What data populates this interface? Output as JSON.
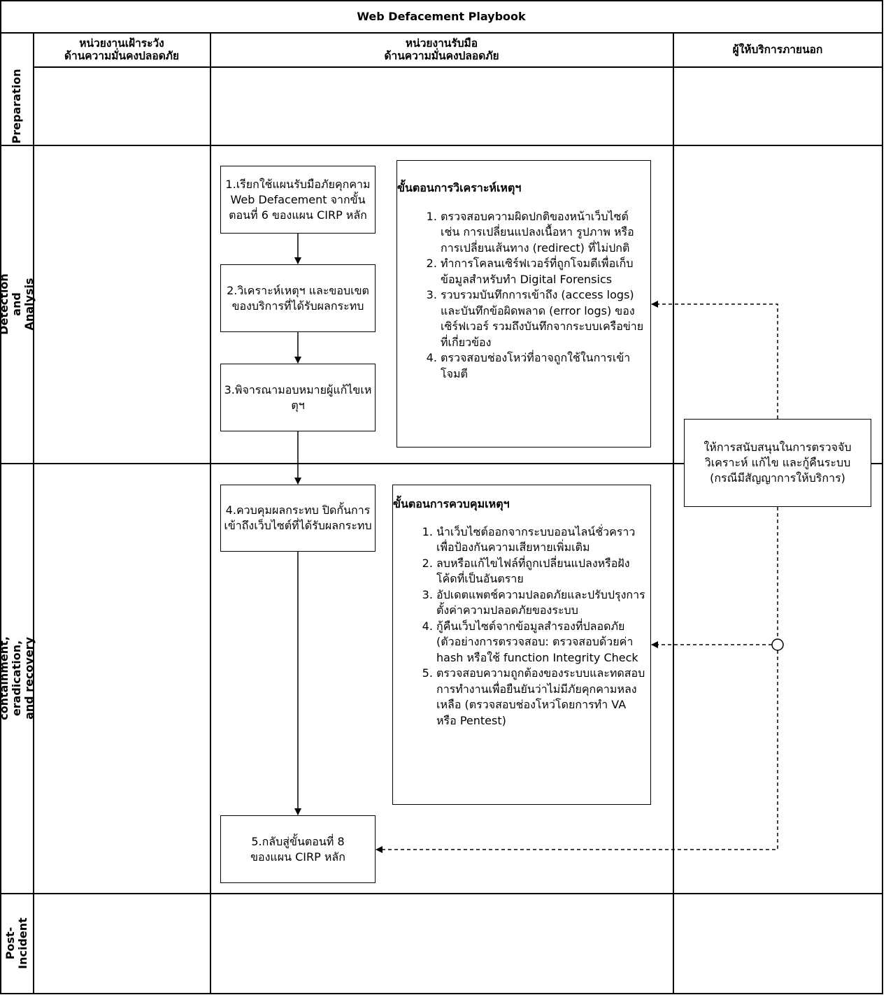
{
  "title": "Web Defacement Playbook",
  "columns": [
    "หน่วยงานเฝ้าระวัง\nด้านความมั่นคงปลอดภัย",
    "หน่วยงานรับมือ\nด้านความมั่นคงปลอดภัย",
    "ผู้ให้บริการภายนอก"
  ],
  "rows": {
    "preparation": "Preparation",
    "detection": "Detection and Analysis",
    "containment": "containment,\neradication, and recovery",
    "post": "Post-Incident"
  },
  "steps": [
    "1.เรียกใช้แผนรับมือภัยคุกคาม Web Defacement จากขั้นตอนที่ 6 ของแผน CIRP หลัก",
    "2.วิเคราะห์เหตุฯ และขอบเขตของบริการที่ได้รับผลกระทบ",
    "3.พิจารณามอบหมายผู้แก้ไขเหตุฯ",
    "4.ควบคุมผลกระทบ ปิดกั้นการเข้าถึงเว็บไซต์ที่ได้รับผลกระทบ",
    "5.กลับสู่ขั้นตอนที่ 8\nของแผน CIRP หลัก"
  ],
  "analysis": {
    "heading": "ขั้นตอนการวิเคราะห์เหตุฯ",
    "items": [
      "ตรวจสอบความผิดปกติของหน้าเว็บไซต์ เช่น การเปลี่ยนแปลงเนื้อหา รูปภาพ หรือการเปลี่ยนเส้นทาง (redirect) ที่ไม่ปกติ",
      "ทำการโคลนเซิร์ฟเวอร์ที่ถูกโจมตีเพื่อเก็บข้อมูลสำหรับทำ Digital Forensics",
      "รวบรวมบันทึกการเข้าถึง (access logs) และบันทึกข้อผิดพลาด (error logs) ของเซิร์ฟเวอร์ รวมถึงบันทึกจากระบบเครือข่ายที่เกี่ยวข้อง",
      "ตรวจสอบช่องโหว่ที่อาจถูกใช้ในการเข้าโจมตี"
    ]
  },
  "containment": {
    "heading": "ขั้นตอนการควบคุมเหตุฯ",
    "items": [
      "นำเว็บไซต์ออกจากระบบออนไลน์ชั่วคราวเพื่อป้องกันความเสียหายเพิ่มเติม",
      "ลบหรือแก้ไขไฟล์ที่ถูกเปลี่ยนแปลงหรือฝังโค้ดที่เป็นอันตราย",
      "อัปเดตแพตช์ความปลอดภัยและปรับปรุงการตั้งค่าความปลอดภัยของระบบ",
      "กู้คืนเว็บไซต์จากข้อมูลสำรองที่ปลอดภัย (ตัวอย่างการตรวจสอบ: ตรวจสอบด้วยค่า hash หรือใช้ function Integrity Check",
      "ตรวจสอบความถูกต้องของระบบและทดสอบการทำงานเพื่อยืนยันว่าไม่มีภัยคุกคามหลงเหลือ (ตรวจสอบช่องโหว่โดยการทำ VA หรือ Pentest)"
    ]
  },
  "vendor_support": "ให้การสนับสนุนในการตรวจจับ วิเคราะห์ แก้ไข และกู้คืนระบบ (กรณีมีสัญญาการให้บริการ)"
}
